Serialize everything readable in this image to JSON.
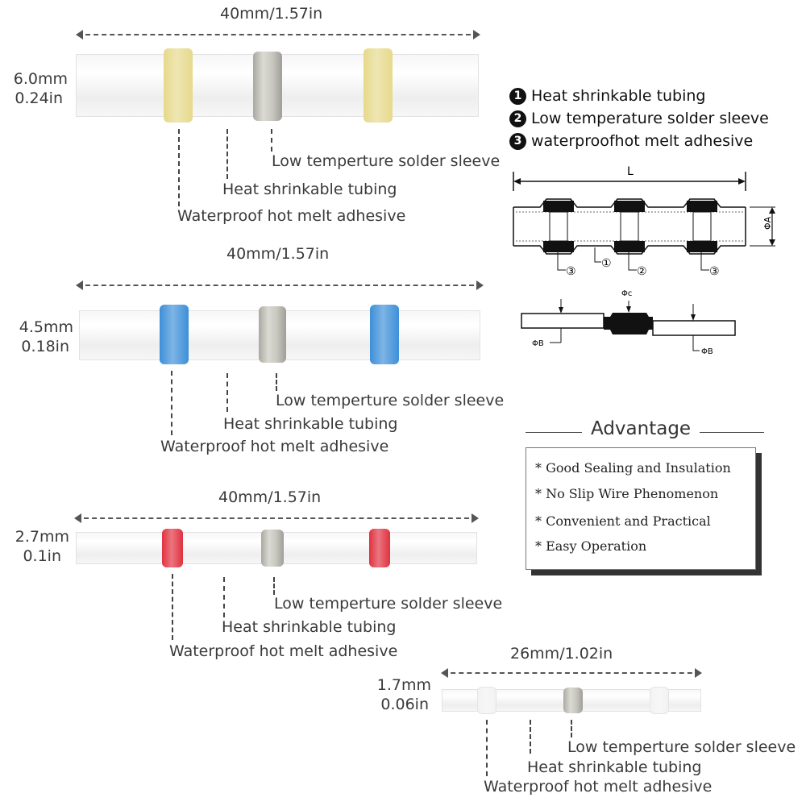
{
  "connectors": [
    {
      "length": "40mm/1.57in",
      "dia_mm": "6.0mm",
      "dia_in": "0.24in",
      "adhesive_color": "#e6d98c",
      "labels": [
        "Low temperture solder sleeve",
        "Heat shrinkable tubing",
        "Waterproof hot melt adhesive"
      ]
    },
    {
      "length": "40mm/1.57in",
      "dia_mm": "4.5mm",
      "dia_in": "0.18in",
      "adhesive_color": "#3d8fd8",
      "labels": [
        "Low temperture solder sleeve",
        "Heat shrinkable tubing",
        "Waterproof hot melt adhesive"
      ]
    },
    {
      "length": "40mm/1.57in",
      "dia_mm": "2.7mm",
      "dia_in": "0.1in",
      "adhesive_color": "#e0313f",
      "labels": [
        "Low temperture solder sleeve",
        "Heat shrinkable tubing",
        "Waterproof hot melt adhesive"
      ]
    },
    {
      "length": "26mm/1.02in",
      "dia_mm": "1.7mm",
      "dia_in": "0.06in",
      "adhesive_color": "#f2f2f2",
      "labels": [
        "Low temperture solder sleeve",
        "Heat shrinkable tubing",
        "Waterproof hot melt adhesive"
      ]
    }
  ],
  "legend": [
    {
      "num": "1",
      "text": "Heat shrinkable tubing"
    },
    {
      "num": "2",
      "text": "Low temperature solder sleeve"
    },
    {
      "num": "3",
      "text": "waterproofhot melt adhesive"
    }
  ],
  "schematic": {
    "length_label": "L",
    "dia_a": "ΦA",
    "dia_b": "ΦB",
    "dia_c": "Φc",
    "callouts": [
      "③",
      "①",
      "②",
      "③"
    ]
  },
  "advantage": {
    "title": "Advantage",
    "items": [
      "* Good Sealing and Insulation",
      "* No Slip Wire Phenomenon",
      "* Convenient and Practical",
      "* Easy Operation"
    ]
  }
}
